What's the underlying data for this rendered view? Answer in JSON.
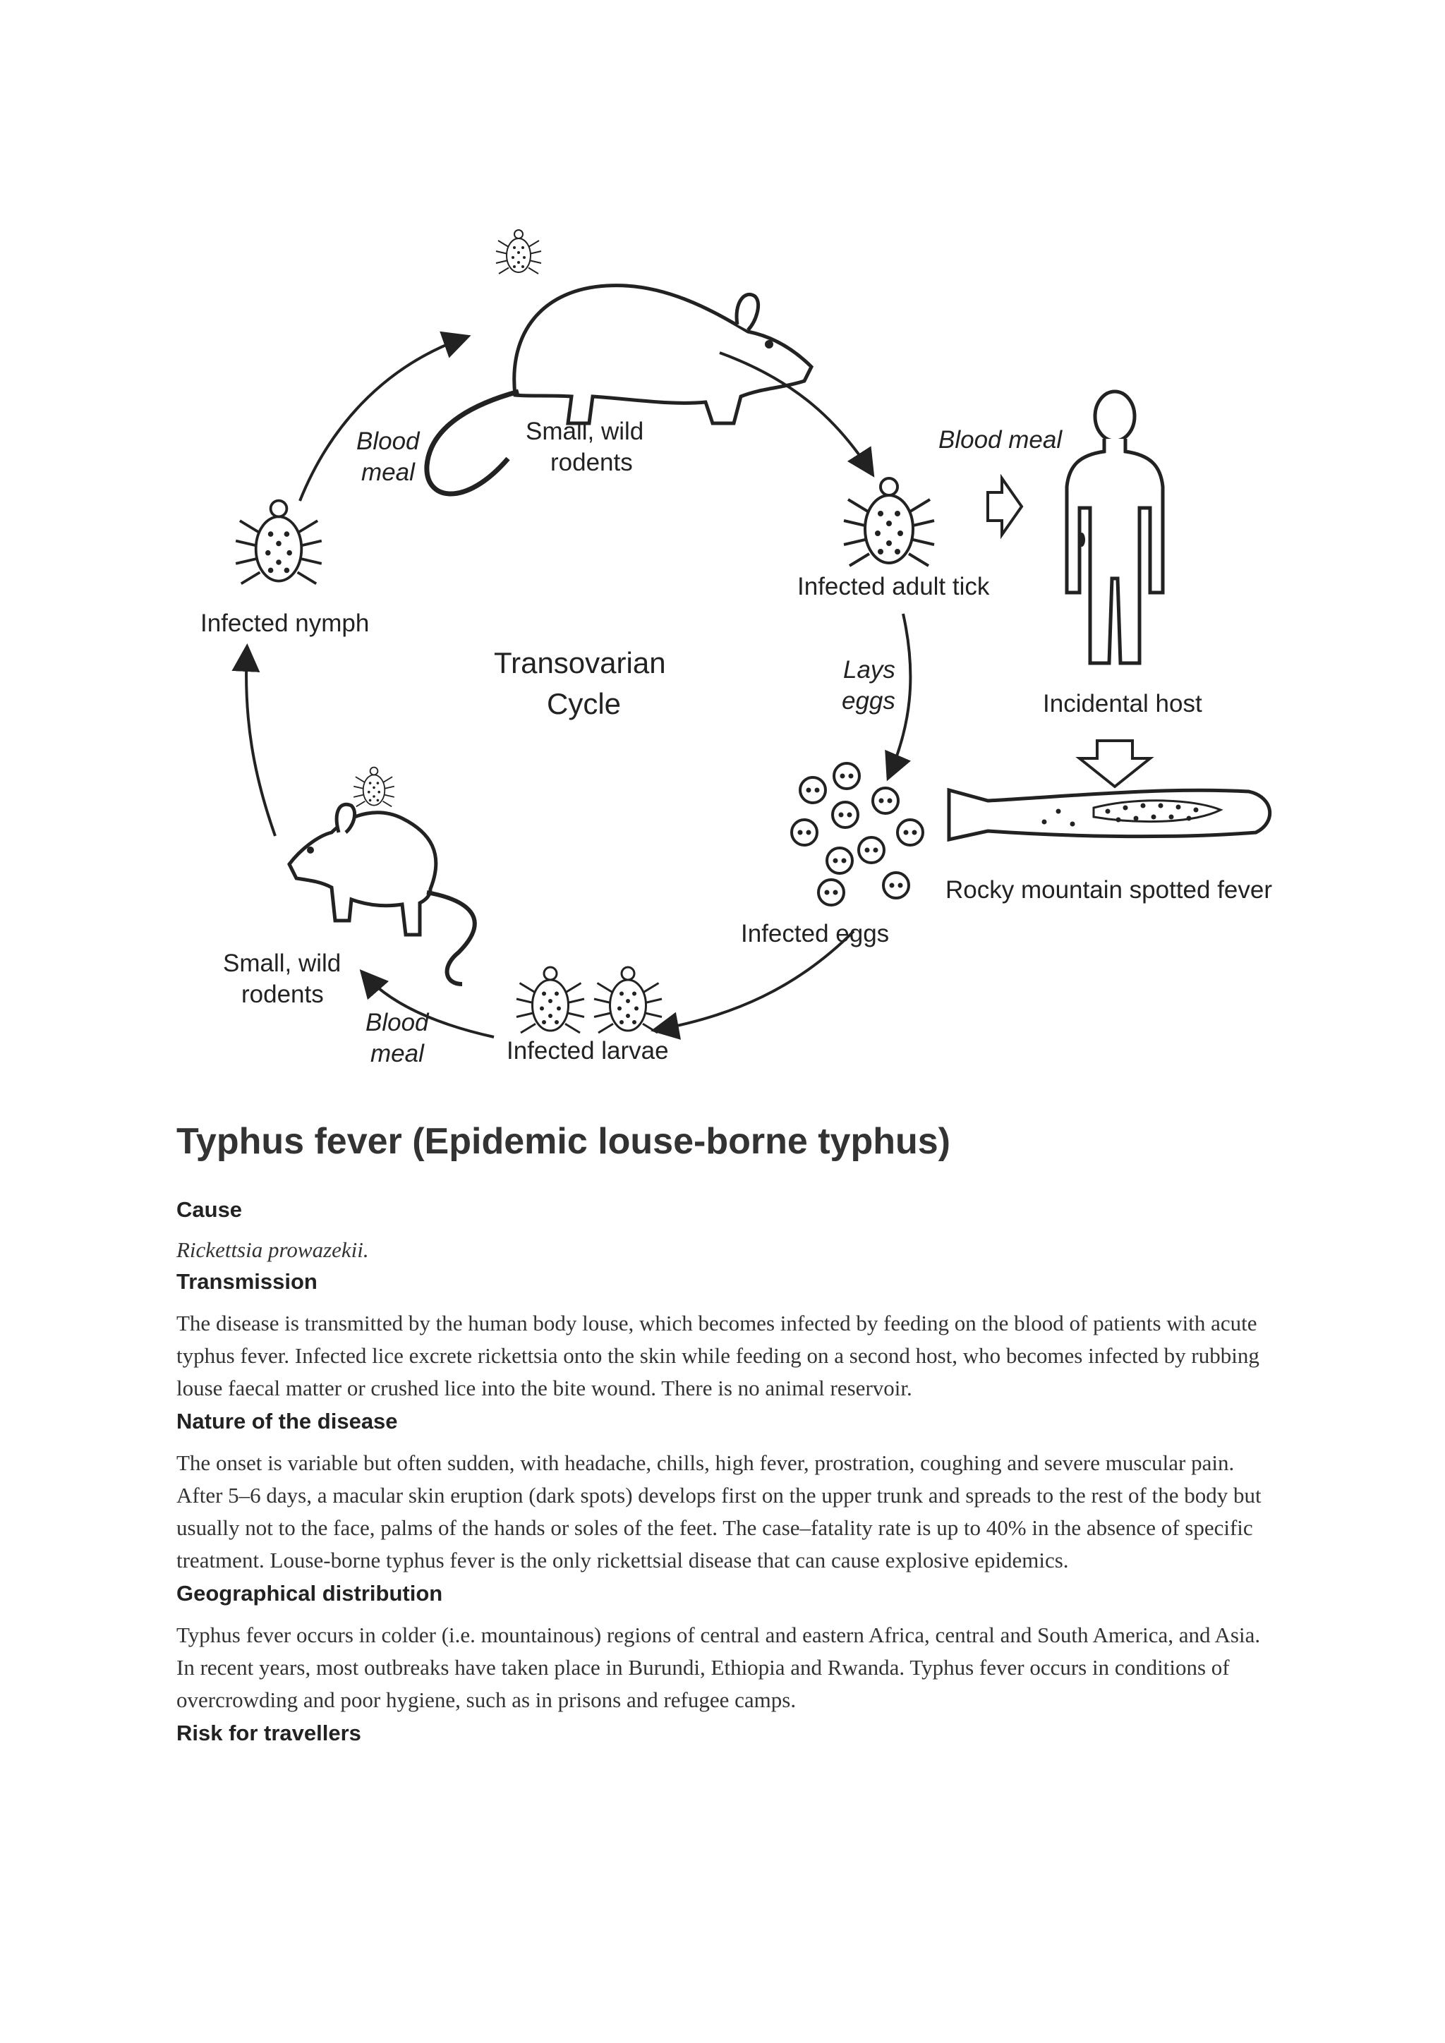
{
  "diagram": {
    "center_line1": "Transovarian",
    "center_line2": "Cycle",
    "top_rodent_line1": "Small, wild",
    "top_rodent_line2": "rodents",
    "blood_meal_left_line1": "Blood",
    "blood_meal_left_line2": "meal",
    "infected_nymph": "Infected nymph",
    "infected_adult_tick": "Infected adult tick",
    "blood_meal_right": "Blood meal",
    "lays_eggs_line1": "Lays",
    "lays_eggs_line2": "eggs",
    "incidental_host": "Incidental host",
    "infected_eggs": "Infected eggs",
    "rocky_mountain": "Rocky mountain spotted fever",
    "bottom_rodent_line1": "Small, wild",
    "bottom_rodent_line2": "rodents",
    "blood_meal_bottom_line1": "Blood",
    "blood_meal_bottom_line2": "meal",
    "infected_larvae": "Infected larvae"
  },
  "article": {
    "title": "Typhus fever (Epidemic louse-borne typhus)",
    "cause_heading": "Cause",
    "cause_text": "Rickettsia prowazekii.",
    "transmission_heading": "Transmission",
    "transmission_text": "The disease is transmitted by the human body louse, which becomes infected by feeding on the blood of patients with acute typhus fever. Infected lice excrete rickettsia onto the skin while feeding on a second host, who becomes infected by rubbing louse faecal matter or crushed lice into the bite wound. There is no animal reservoir.",
    "nature_heading": "Nature of the disease",
    "nature_text": "The onset is variable but often sudden, with headache, chills, high fever, prostration, coughing and severe muscular pain. After 5–6 days, a macular skin eruption (dark spots) develops first on the upper trunk and spreads to the rest of the body but usually not to the face, palms of the hands or soles of the feet. The case–fatality rate is up to 40% in the absence of specific treatment. Louse-borne typhus fever is the only rickettsial disease that can cause explosive epidemics.",
    "geo_heading": "Geographical distribution",
    "geo_text": "Typhus fever occurs in colder (i.e. mountainous) regions of central and eastern Africa, central and South America, and Asia. In recent years, most outbreaks have taken place in Burundi, Ethiopia and Rwanda. Typhus fever occurs in conditions of overcrowding and poor hygiene, such as in prisons and refugee camps.",
    "risk_heading": "Risk for travellers"
  }
}
